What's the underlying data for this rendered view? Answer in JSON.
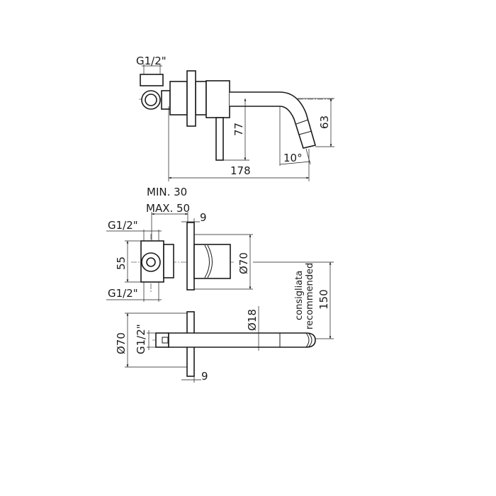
{
  "side_view": {
    "thread_label": "G1/2\"",
    "handle_height": "77",
    "spout_drop": "63",
    "total_length": "178",
    "spout_angle": "10°"
  },
  "front_view": {
    "depth_min": "MIN. 30",
    "depth_max": "MAX. 50",
    "flange_thickness": "9",
    "thread_top": "G1/2\"",
    "thread_bottom": "G1/2\"",
    "body_height": "55",
    "flange_diameter": "Ø70",
    "recommended_distance": "150",
    "note_it": "consigliata",
    "note_en": "recommended"
  },
  "spout_view": {
    "flange_diameter": "Ø70",
    "thread_label": "G1/2\"",
    "tube_diameter": "Ø18",
    "flange_thickness": "9"
  }
}
